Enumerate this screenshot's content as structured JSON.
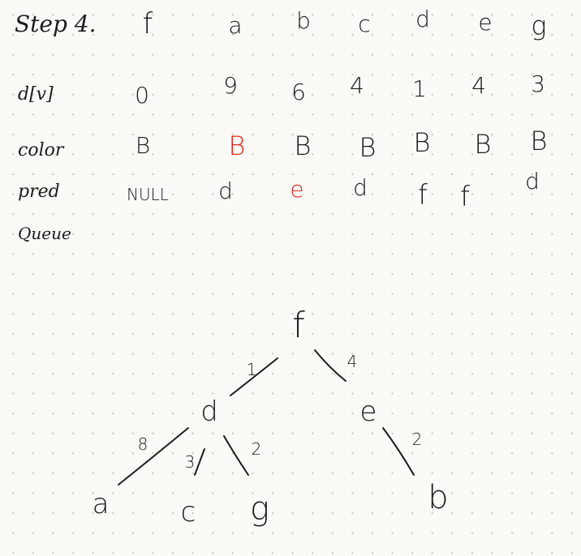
{
  "title": "Step 4.",
  "table": {
    "headers": [
      "f",
      "a",
      "b",
      "c",
      "d",
      "e",
      "g"
    ],
    "rows": [
      {
        "label": "d[v]",
        "values": [
          "0",
          "9",
          "6",
          "4",
          "1",
          "4",
          "3"
        ]
      },
      {
        "label": "color",
        "values": [
          "B",
          "B",
          "B",
          "B",
          "B",
          "B",
          "B"
        ]
      },
      {
        "label": "pred",
        "values": [
          "NULL",
          "d",
          "e",
          "d",
          "f",
          "f",
          "d"
        ]
      },
      {
        "label": "Queue",
        "values": []
      }
    ],
    "highlight_color": "#e4261c",
    "highlighted_cells": [
      "color.a",
      "pred.b"
    ]
  },
  "tree": {
    "nodes": [
      "f",
      "d",
      "e",
      "a",
      "c",
      "g",
      "b"
    ],
    "edges": [
      {
        "from": "f",
        "to": "d",
        "weight": "1"
      },
      {
        "from": "f",
        "to": "e",
        "weight": "4"
      },
      {
        "from": "d",
        "to": "a",
        "weight": "8"
      },
      {
        "from": "d",
        "to": "c",
        "weight": "3"
      },
      {
        "from": "d",
        "to": "g",
        "weight": "2"
      },
      {
        "from": "e",
        "to": "b",
        "weight": "2"
      }
    ]
  }
}
